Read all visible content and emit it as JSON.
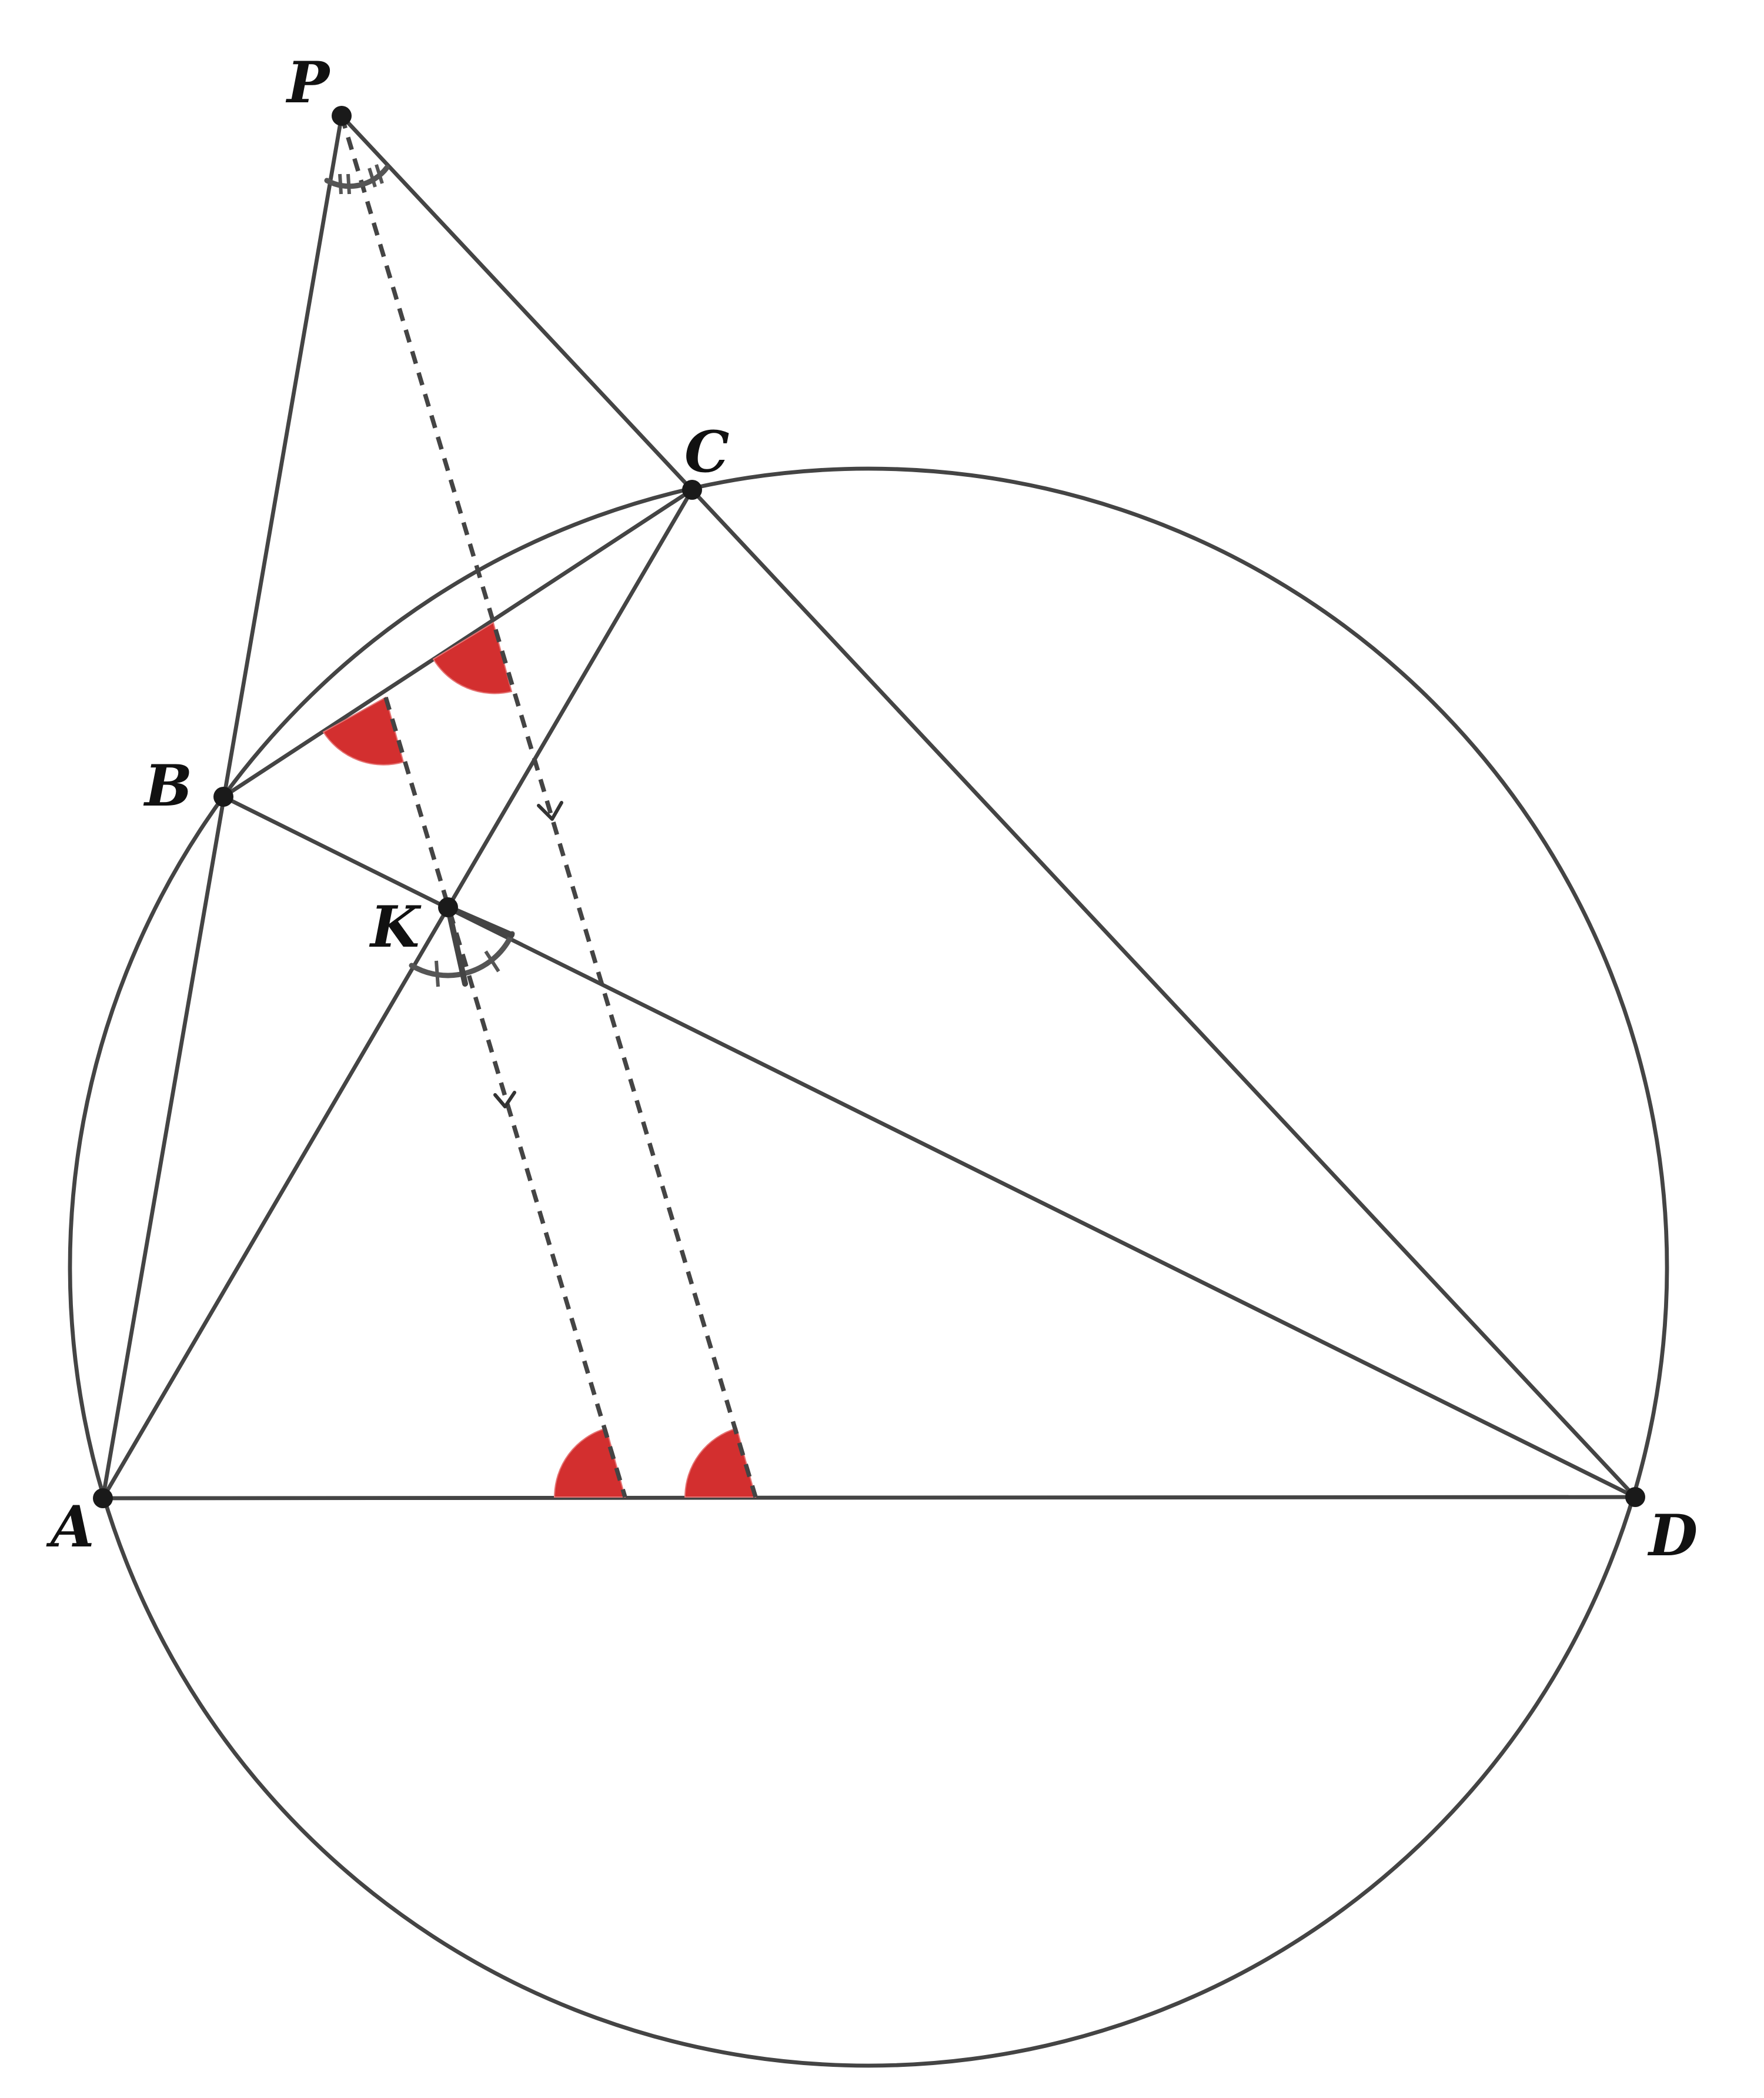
{
  "diagram": {
    "points": {
      "P": "P",
      "C": "C",
      "B": "B",
      "K": "K",
      "A": "A",
      "D": "D"
    },
    "colors": {
      "line": "#444444",
      "angle_fill": "#d32f2f",
      "point": "#1a1a1a"
    }
  }
}
